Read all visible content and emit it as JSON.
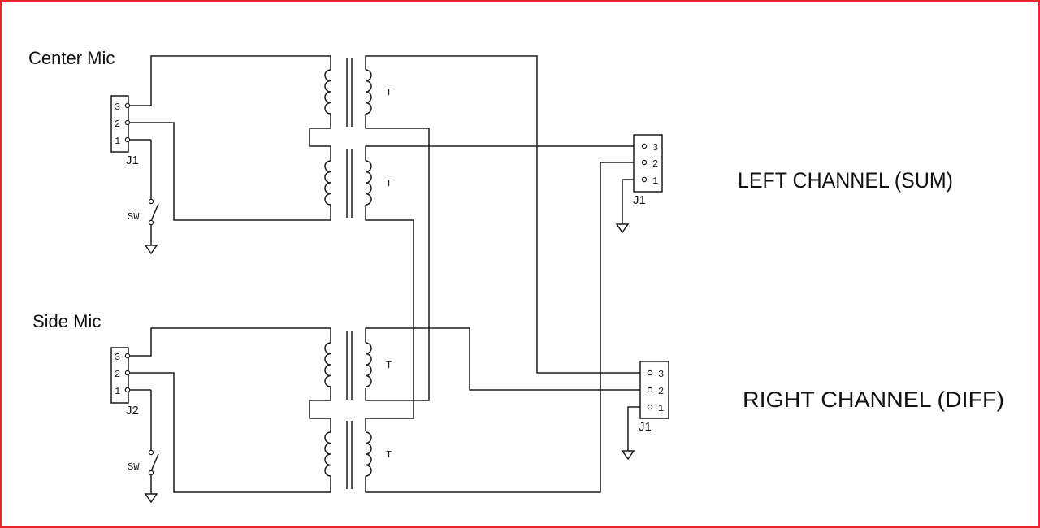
{
  "colors": {
    "border": "#e8262b",
    "line": "#1a1a1a"
  },
  "inputs": {
    "center": {
      "title": "Center Mic",
      "jack": "J1",
      "pins": [
        "3",
        "2",
        "1"
      ],
      "switch": "SW"
    },
    "side": {
      "title": "Side Mic",
      "jack": "J2",
      "pins": [
        "3",
        "2",
        "1"
      ],
      "switch": "SW"
    }
  },
  "outputs": {
    "left": {
      "title": "LEFT CHANNEL (SUM)",
      "jack": "J1",
      "pins": [
        "3",
        "2",
        "1"
      ]
    },
    "right": {
      "title": "RIGHT CHANNEL (DIFF)",
      "jack": "J1",
      "pins": [
        "3",
        "2",
        "1"
      ]
    }
  },
  "transformers": {
    "label": "T"
  }
}
